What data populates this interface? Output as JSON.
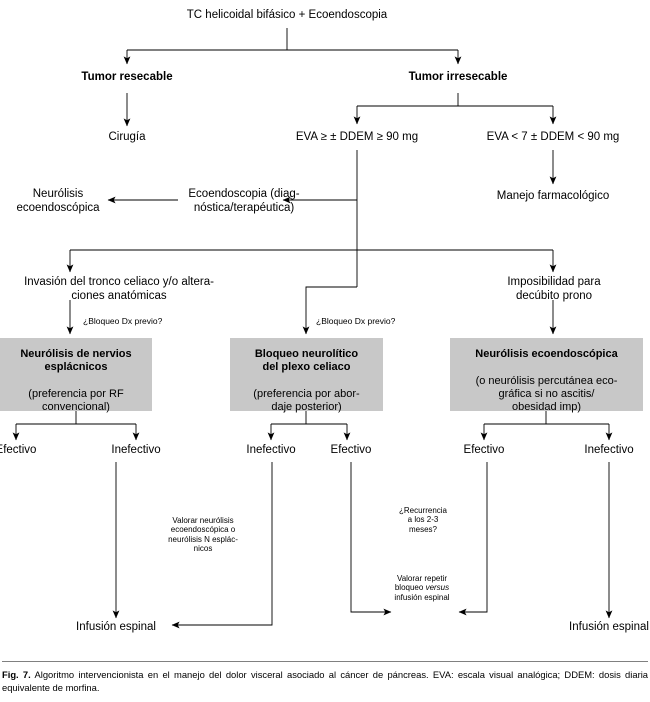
{
  "figure": {
    "root": "TC helicoidal bifásico + Ecoendoscopia",
    "tumor_resectable": "Tumor resecable",
    "tumor_irresectable": "Tumor irresecable",
    "cirugia": "Cirugía",
    "eva_high": "EVA ≥ ± DDEM ≥ 90 mg",
    "eva_low": "EVA < 7 ± DDEM < 90 mg",
    "neurolisis_eco": "Neurólisis\necoendoscópica",
    "ecoendoscopia_diag": "Ecoendoscopia (diag-\nnóstica/terapéutica)",
    "manejo_farmacologico": "Manejo farmacológico",
    "invasion_tronco": "Invasión del tronco celiaco y/o altera-\nciones anatómicas",
    "imposibilidad": "Imposibilidad para\ndecúbito prono",
    "bloqueo_dx_left": "¿Bloqueo Dx previo?",
    "bloqueo_dx_mid": "¿Bloqueo Dx previo?",
    "box_left_title": "Neurólisis de nervios\nesplácnicos",
    "box_left_sub": "(preferencia por RF\nconvencional)",
    "box_mid_title": "Bloqueo neurolítico\ndel plexo celiaco",
    "box_mid_sub": "(preferencia por abor-\ndaje posterior)",
    "box_right_title": "Neurólisis ecoendoscópica",
    "box_right_sub": "(o neurólisis percutánea eco-\ngráfica si no ascitis/\nobesidad imp)",
    "efectivo_l": "Efectivo",
    "inefectivo_l": "Inefectivo",
    "inefectivo_m": "Inefectivo",
    "efectivo_m": "Efectivo",
    "efectivo_r": "Efectivo",
    "inefectivo_r": "Inefectivo",
    "valorar_neurolisis": "Valorar neurólisis\necoendoscópica o\nneurólisis N esplác-\nnicos",
    "recurrencia": "¿Recurrencia\na los 2-3\nmeses?",
    "valorar_repetir_pre": "Valorar repetir\nbloqueo ",
    "valorar_repetir_ital": "versus",
    "valorar_repetir_post": "\ninfusión espinal",
    "infusion_left": "Infusión espinal",
    "infusion_right": "Infusión espinal"
  },
  "caption": {
    "lead": "Fig. 7.",
    "text": " Algoritmo intervencionista en el manejo del dolor visceral asociado al cáncer de páncreas. EVA: escala visual analógica; DDEM: dosis diaria equivalente de morfina."
  },
  "colors": {
    "box_fill": "#c8c8c8",
    "line": "#000000",
    "background": "#ffffff",
    "rule": "#808080"
  }
}
